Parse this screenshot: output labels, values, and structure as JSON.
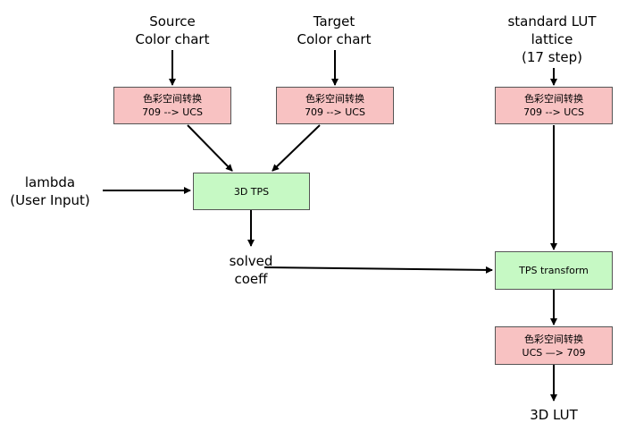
{
  "inputs": {
    "source": {
      "line1": "Source",
      "line2": "Color chart"
    },
    "target": {
      "line1": "Target",
      "line2": "Color chart"
    },
    "lattice": {
      "line1": "standard LUT",
      "line2": "lattice",
      "line3": "(17 step)"
    },
    "lambda": {
      "line1": "lambda",
      "line2": "(User Input)"
    }
  },
  "boxes": {
    "convert_source": {
      "line1": "色彩空间转换",
      "line2": "709 --> UCS"
    },
    "convert_target": {
      "line1": "色彩空间转换",
      "line2": "709 --> UCS"
    },
    "convert_lattice": {
      "line1": "色彩空间转换",
      "line2": "709 --> UCS"
    },
    "tps3d": {
      "label": "3D TPS"
    },
    "tps_transform": {
      "label": "TPS transform"
    },
    "convert_output": {
      "line1": "色彩空间转换",
      "line2": "UCS —> 709"
    }
  },
  "intermediate": {
    "solved_coeff": {
      "line1": "solved",
      "line2": "coeff"
    }
  },
  "outputs": {
    "lut3d": {
      "label": "3D LUT"
    }
  },
  "colors": {
    "conversion_fill": "#f8c2c2",
    "process_fill": "#c6f9c4",
    "edge": "#000000"
  }
}
